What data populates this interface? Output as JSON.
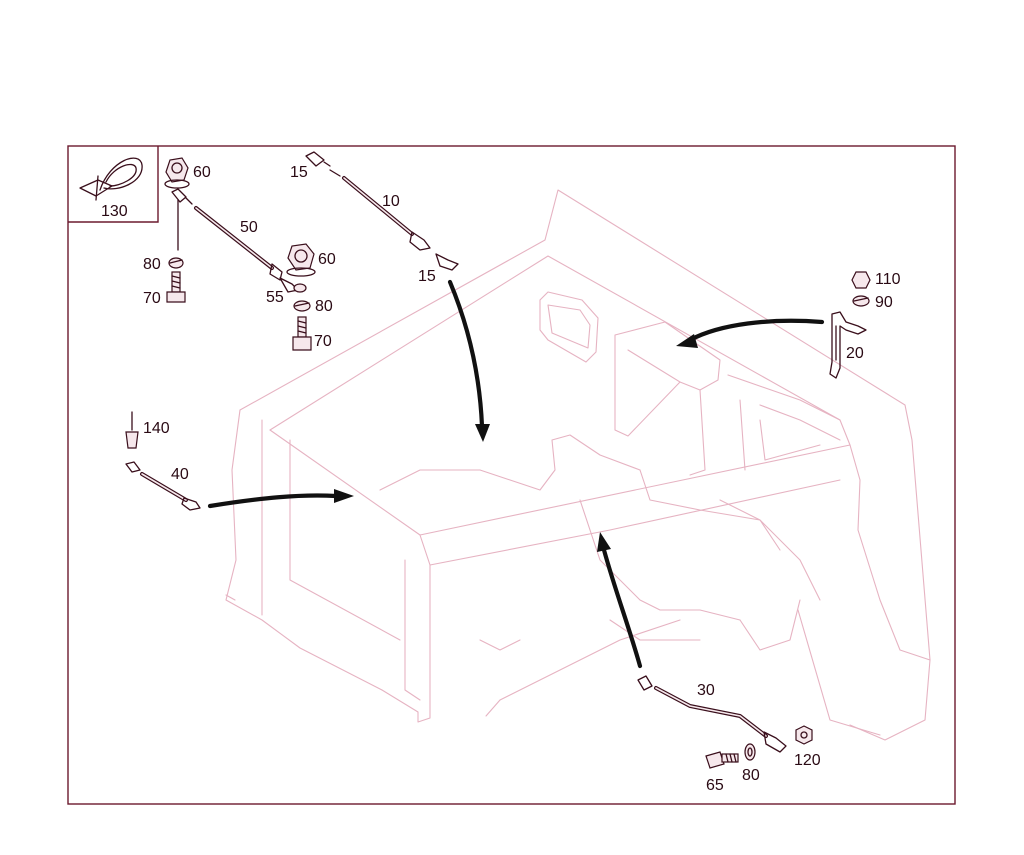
{
  "inset": {
    "label": "130"
  },
  "parts": {
    "nut_top": "60",
    "washer_left": "80",
    "bolt_left": "70",
    "strap_50": "50",
    "nut_mid": "60",
    "terminal_55": "55",
    "washer_mid": "80",
    "bolt_mid": "70",
    "terminal_15_top": "15",
    "strap_10": "10",
    "terminal_15_bottom": "15",
    "nut_110": "110",
    "washer_90": "90",
    "strap_20": "20",
    "pin_140": "140",
    "strap_40": "40",
    "strap_30": "30",
    "bolt_65": "65",
    "washer_80_bottom": "80",
    "nut_120": "120"
  },
  "colors": {
    "frame": "#6b1a2e",
    "body_outline": "#e6b3c2",
    "parts": "#3a0f1c",
    "arrows": "#111111"
  }
}
